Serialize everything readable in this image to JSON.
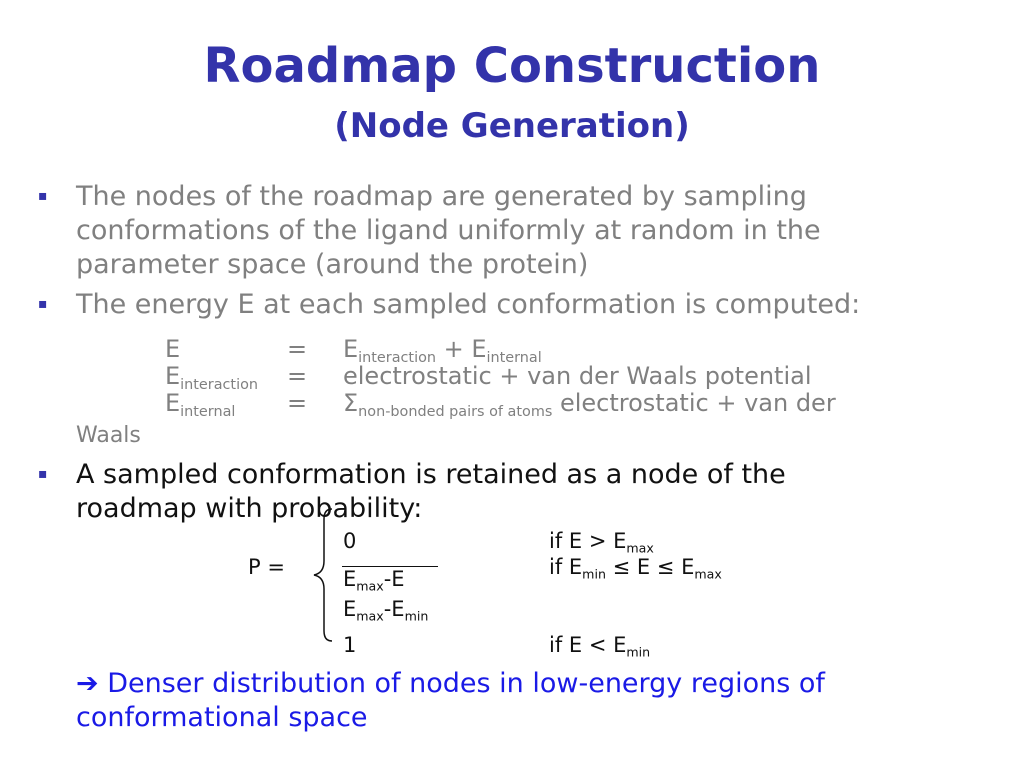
{
  "title": {
    "main": "Roadmap Construction",
    "sub": "(Node Generation)"
  },
  "bullets": {
    "marker": "▪",
    "b1": [
      "The nodes of the roadmap are generated by sampling",
      "conformations of the ligand uniformly at random in the",
      "parameter space (around the protein)"
    ],
    "b2": "The energy E at each sampled conformation is computed:",
    "b3": [
      "A sampled conformation is retained as a node of the",
      "roadmap with probability:"
    ]
  },
  "energy": {
    "equals": "=",
    "row1": {
      "lhs": "E",
      "r1": "E",
      "r1_sub": "interaction",
      "plus": " + E",
      "r2_sub": "internal"
    },
    "row2": {
      "lhs": "E",
      "lhs_sub": "interaction",
      "rhs": "electrostatic + van der Waals potential"
    },
    "row3": {
      "lhs": "E",
      "lhs_sub": "internal",
      "sigma": "Σ",
      "sigma_sub": "non-bonded pairs of atoms",
      "rhs": " electrostatic + van der",
      "wrap": "Waals"
    }
  },
  "probability": {
    "lhs": "P =",
    "case0": {
      "value": "0",
      "cond": "if E > E",
      "cond_sub": "max"
    },
    "case_frac": {
      "num": "E",
      "num_sub": "max",
      "num_tail": "-E",
      "den": "E",
      "den_sub1": "max",
      "den_mid": "-E",
      "den_sub2": "min",
      "cond_a": "if E",
      "cond_sub1": "min",
      "cond_b": " ≤ E ≤ E",
      "cond_sub2": "max"
    },
    "case1": {
      "value": "1",
      "cond": "if E < E",
      "cond_sub": "min"
    }
  },
  "conclusion": {
    "arrow": "➔",
    "line1": " Denser distribution of nodes in low-energy regions of",
    "line2": "conformational space"
  }
}
